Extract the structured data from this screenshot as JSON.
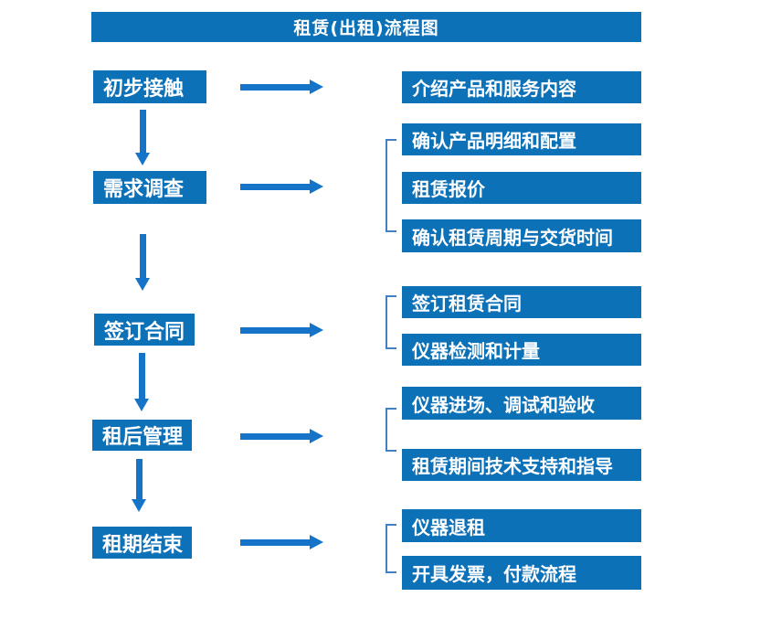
{
  "title": "租赁(出租)流程图",
  "colors": {
    "box_blue": "#0d71b8",
    "arrow_blue": "#1573c8",
    "bracket_blue": "#4080c4",
    "text_white": "#ffffff"
  },
  "steps": [
    {
      "label": "初步接触",
      "details": [
        "介绍产品和服务内容"
      ]
    },
    {
      "label": "需求调查",
      "details": [
        "确认产品明细和配置",
        "租赁报价",
        "确认租赁周期与交货时间"
      ]
    },
    {
      "label": "签订合同",
      "details": [
        "签订租赁合同",
        "仪器检测和计量"
      ]
    },
    {
      "label": "租后管理",
      "details": [
        "仪器进场、调试和验收",
        "租赁期间技术支持和指导"
      ]
    },
    {
      "label": "租期结束",
      "details": [
        "仪器退租",
        "开具发票，付款流程"
      ]
    }
  ]
}
